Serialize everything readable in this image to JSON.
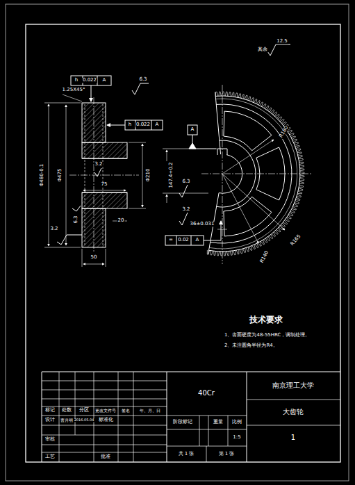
{
  "diagram": {
    "labels": [
      "其余",
      "12.5",
      "h",
      "0.022",
      "A",
      "1.25X45°",
      "6.3",
      "h",
      "0.022",
      "A",
      "Φ480-0.1",
      "Φ475",
      "3.2",
      "Φ210",
      "75",
      "6.3",
      "20",
      "3.2",
      "50",
      "A",
      "147.4+0.2",
      "6.3",
      "3.2",
      "36±0.031",
      "=",
      "0.02",
      "A",
      "R180",
      "R165",
      "R140",
      "技术要求",
      "1、齿面硬度为48-55HRC，调制处理。",
      "2、未注圆角半径为R4。",
      "40Cr",
      "南京理工大学",
      "大齿轮",
      "1",
      "标记",
      "处数",
      "分区",
      "更改文件号",
      "签名",
      "年、月、日",
      "设计",
      "曹月明",
      "2016.05.04",
      "标准化",
      "审核",
      "工艺",
      "批准",
      "阶段标记",
      "重量",
      "比例",
      "1:5",
      "共 1 张",
      "第 1 张"
    ]
  }
}
